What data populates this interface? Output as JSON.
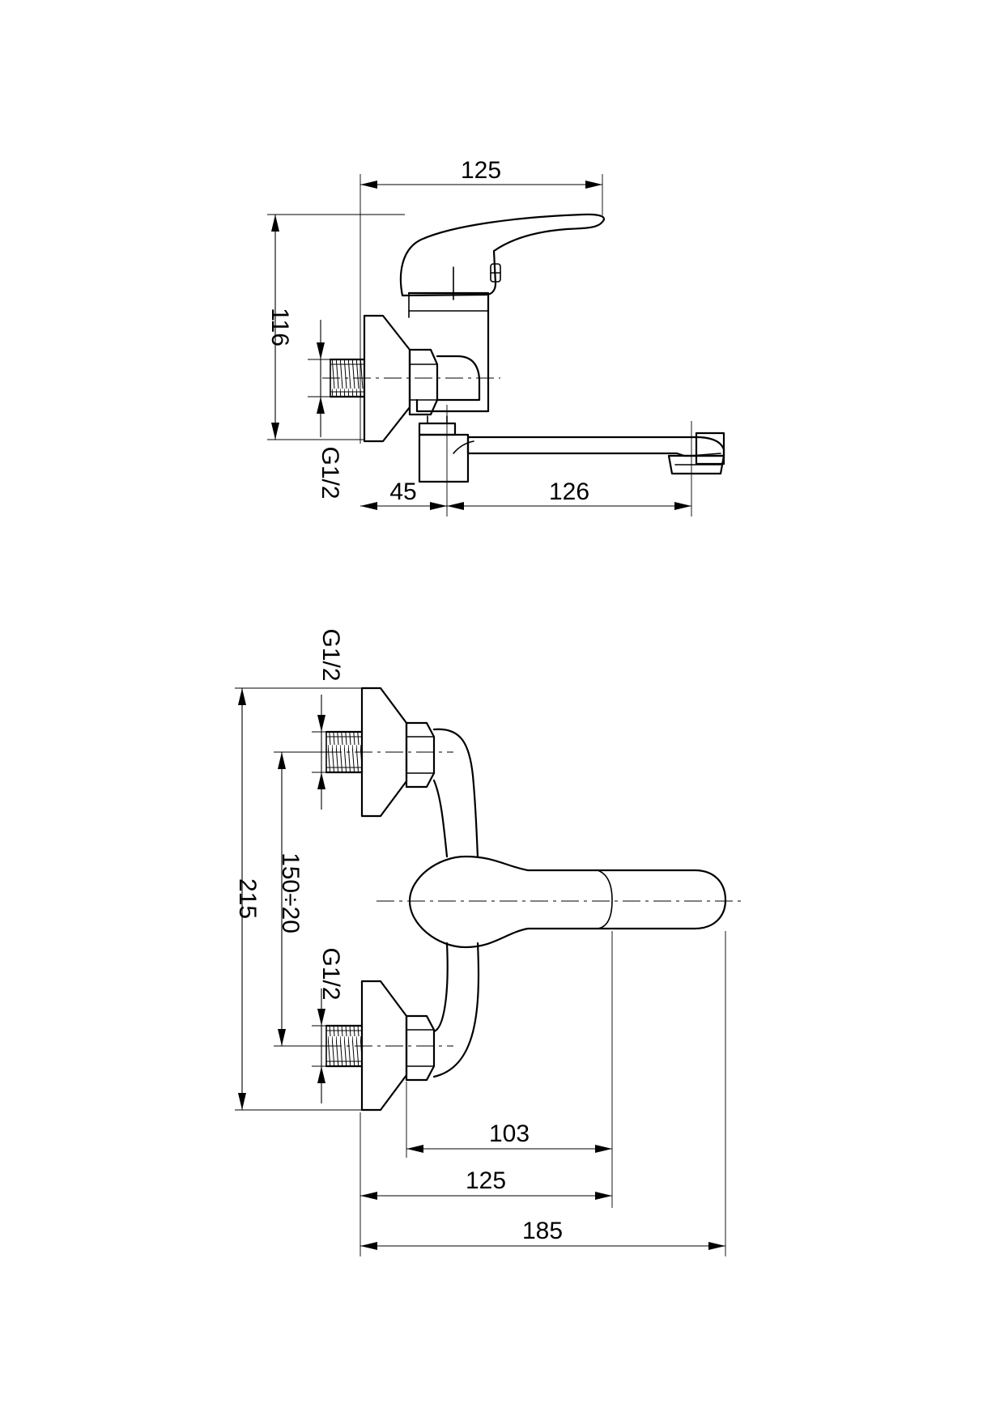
{
  "side_view": {
    "dim_top_width": "125",
    "dim_height": "116",
    "dim_inlet_to_body": "45",
    "dim_spout_length": "126",
    "thread_label": "G1/2"
  },
  "front_view": {
    "thread_label_upper": "G1/2",
    "thread_label_lower": "G1/2",
    "dim_total_height": "215",
    "dim_inlet_spacing": "150÷20",
    "dim_lever_reach": "103",
    "dim_lever_tip": "125",
    "dim_overall_width": "185"
  }
}
